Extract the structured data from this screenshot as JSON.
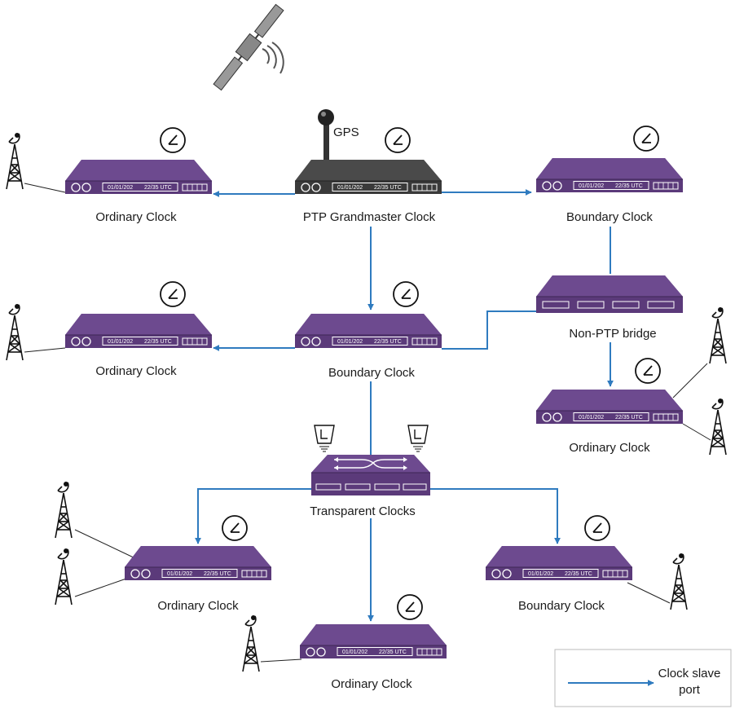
{
  "colors": {
    "device": "#5b3a7a",
    "device_top": "#6d4a8f",
    "grandmaster": "#3a3a3a",
    "grandmaster_top": "#4a4a4a",
    "arrow": "#2f7bbf"
  },
  "display": {
    "date": "01/01/202",
    "time": "22/35 UTC"
  },
  "labels": {
    "gps": "GPS",
    "grandmaster": "PTP Grandmaster Clock",
    "oc_top_left": "Ordinary Clock",
    "bc_top_right": "Boundary Clock",
    "oc_mid_left": "Ordinary Clock",
    "bc_mid": "Boundary Clock",
    "bridge": "Non-PTP bridge",
    "oc_right": "Ordinary Clock",
    "transparent": "Transparent Clocks",
    "oc_bottom_left": "Ordinary Clock",
    "bc_bottom_right": "Boundary Clock",
    "oc_bottom": "Ordinary Clock"
  },
  "legend": {
    "line1": "Clock slave",
    "line2": "port"
  },
  "icons": [
    "satellite-icon",
    "clock-icon",
    "antenna-tower-icon",
    "stopwatch-icon",
    "gps-antenna-icon"
  ]
}
